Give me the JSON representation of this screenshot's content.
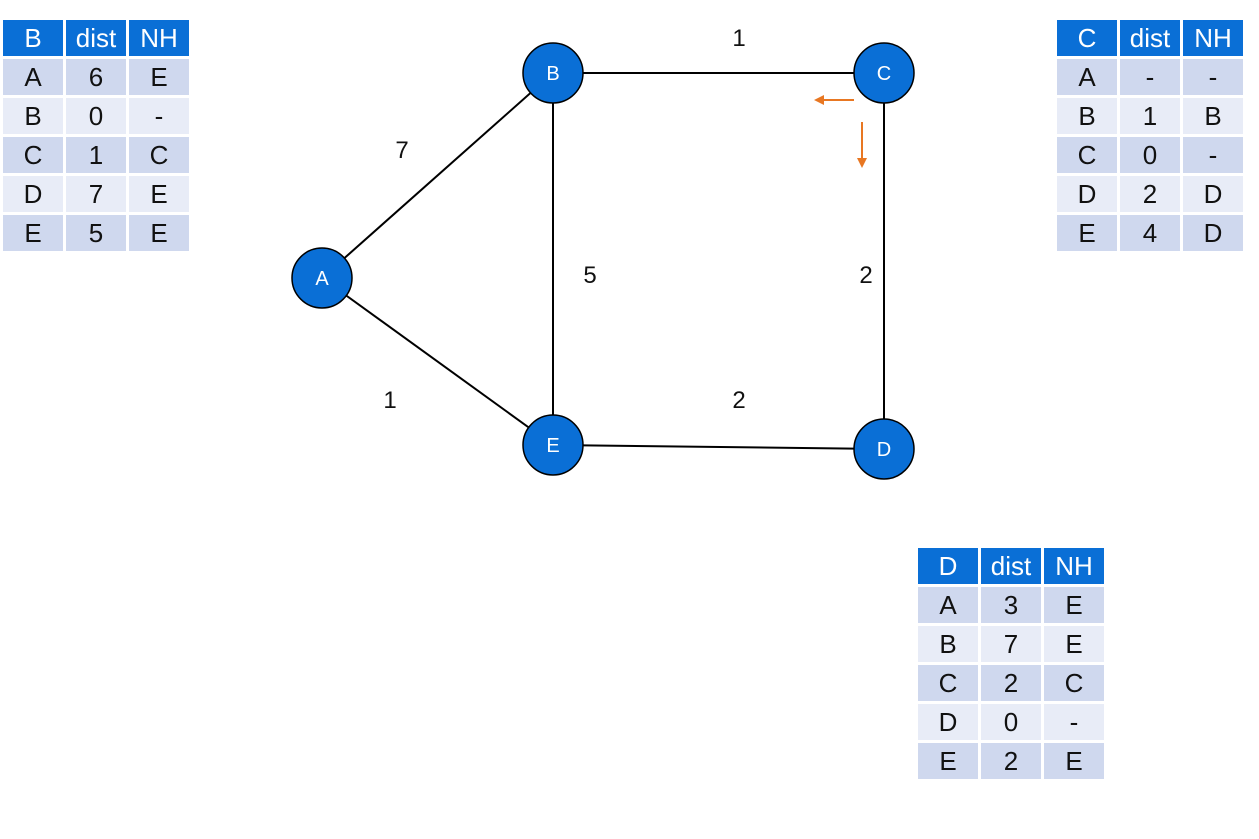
{
  "graph": {
    "nodes": [
      {
        "id": "A",
        "label": "A"
      },
      {
        "id": "B",
        "label": "B"
      },
      {
        "id": "C",
        "label": "C"
      },
      {
        "id": "D",
        "label": "D"
      },
      {
        "id": "E",
        "label": "E"
      }
    ],
    "edges": [
      {
        "from": "A",
        "to": "B",
        "weight": "7"
      },
      {
        "from": "A",
        "to": "E",
        "weight": "1"
      },
      {
        "from": "B",
        "to": "C",
        "weight": "1"
      },
      {
        "from": "B",
        "to": "E",
        "weight": "5"
      },
      {
        "from": "C",
        "to": "D",
        "weight": "2"
      },
      {
        "from": "E",
        "to": "D",
        "weight": "2"
      }
    ],
    "node_color": "#0a6fd6",
    "arrow_color": "#e87722"
  },
  "tables": {
    "B": {
      "header": [
        "B",
        "dist",
        "NH"
      ],
      "rows": [
        [
          "A",
          "6",
          "E"
        ],
        [
          "B",
          "0",
          "-"
        ],
        [
          "C",
          "1",
          "C"
        ],
        [
          "D",
          "7",
          "E"
        ],
        [
          "E",
          "5",
          "E"
        ]
      ]
    },
    "C": {
      "header": [
        "C",
        "dist",
        "NH"
      ],
      "rows": [
        [
          "A",
          "-",
          "-"
        ],
        [
          "B",
          "1",
          "B"
        ],
        [
          "C",
          "0",
          "-"
        ],
        [
          "D",
          "2",
          "D"
        ],
        [
          "E",
          "4",
          "D"
        ]
      ]
    },
    "D": {
      "header": [
        "D",
        "dist",
        "NH"
      ],
      "rows": [
        [
          "A",
          "3",
          "E"
        ],
        [
          "B",
          "7",
          "E"
        ],
        [
          "C",
          "2",
          "C"
        ],
        [
          "D",
          "0",
          "-"
        ],
        [
          "E",
          "2",
          "E"
        ]
      ]
    }
  }
}
